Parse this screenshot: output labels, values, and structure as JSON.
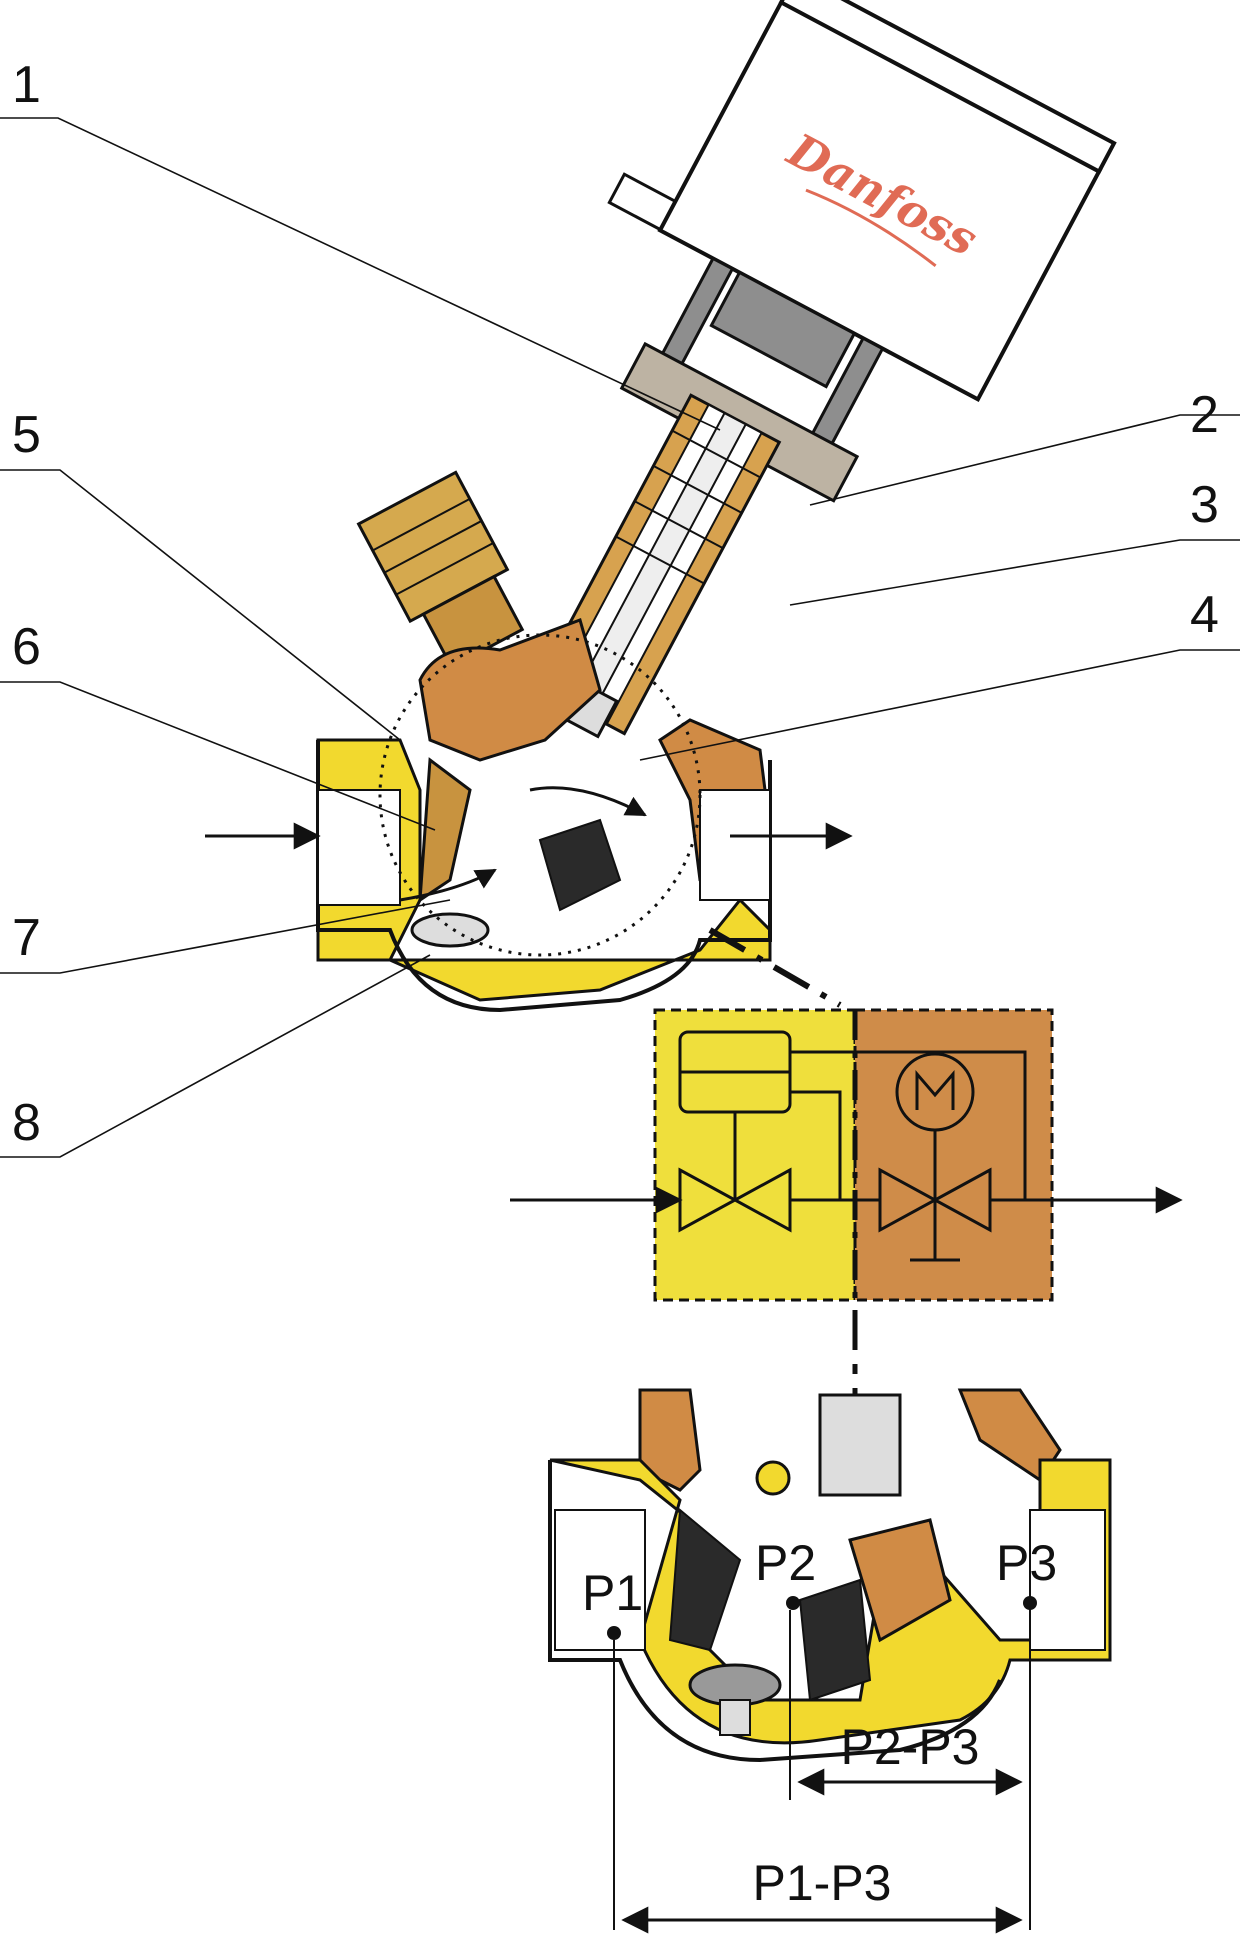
{
  "brand": {
    "logo_text": "Danfoss",
    "logo_color": "#E06B55"
  },
  "callouts": [
    "1",
    "2",
    "3",
    "4",
    "5",
    "6",
    "7",
    "8"
  ],
  "pressure_points": {
    "p1": "P1",
    "p2": "P2",
    "p3": "P3"
  },
  "differentials": {
    "p2_p3": "P2-P3",
    "p1_p3": "P1-P3"
  },
  "colors": {
    "yellow_body": "#F2D92E",
    "copper_body": "#D08B45",
    "schematic_yellow": "#EFDF3C",
    "schematic_copper": "#CF8C49",
    "actuator_grey": "#8E8E8E",
    "line": "#111111"
  },
  "icons": [
    "motor-icon",
    "valve-icon",
    "diaphragm-icon",
    "flow-arrow-icon"
  ]
}
